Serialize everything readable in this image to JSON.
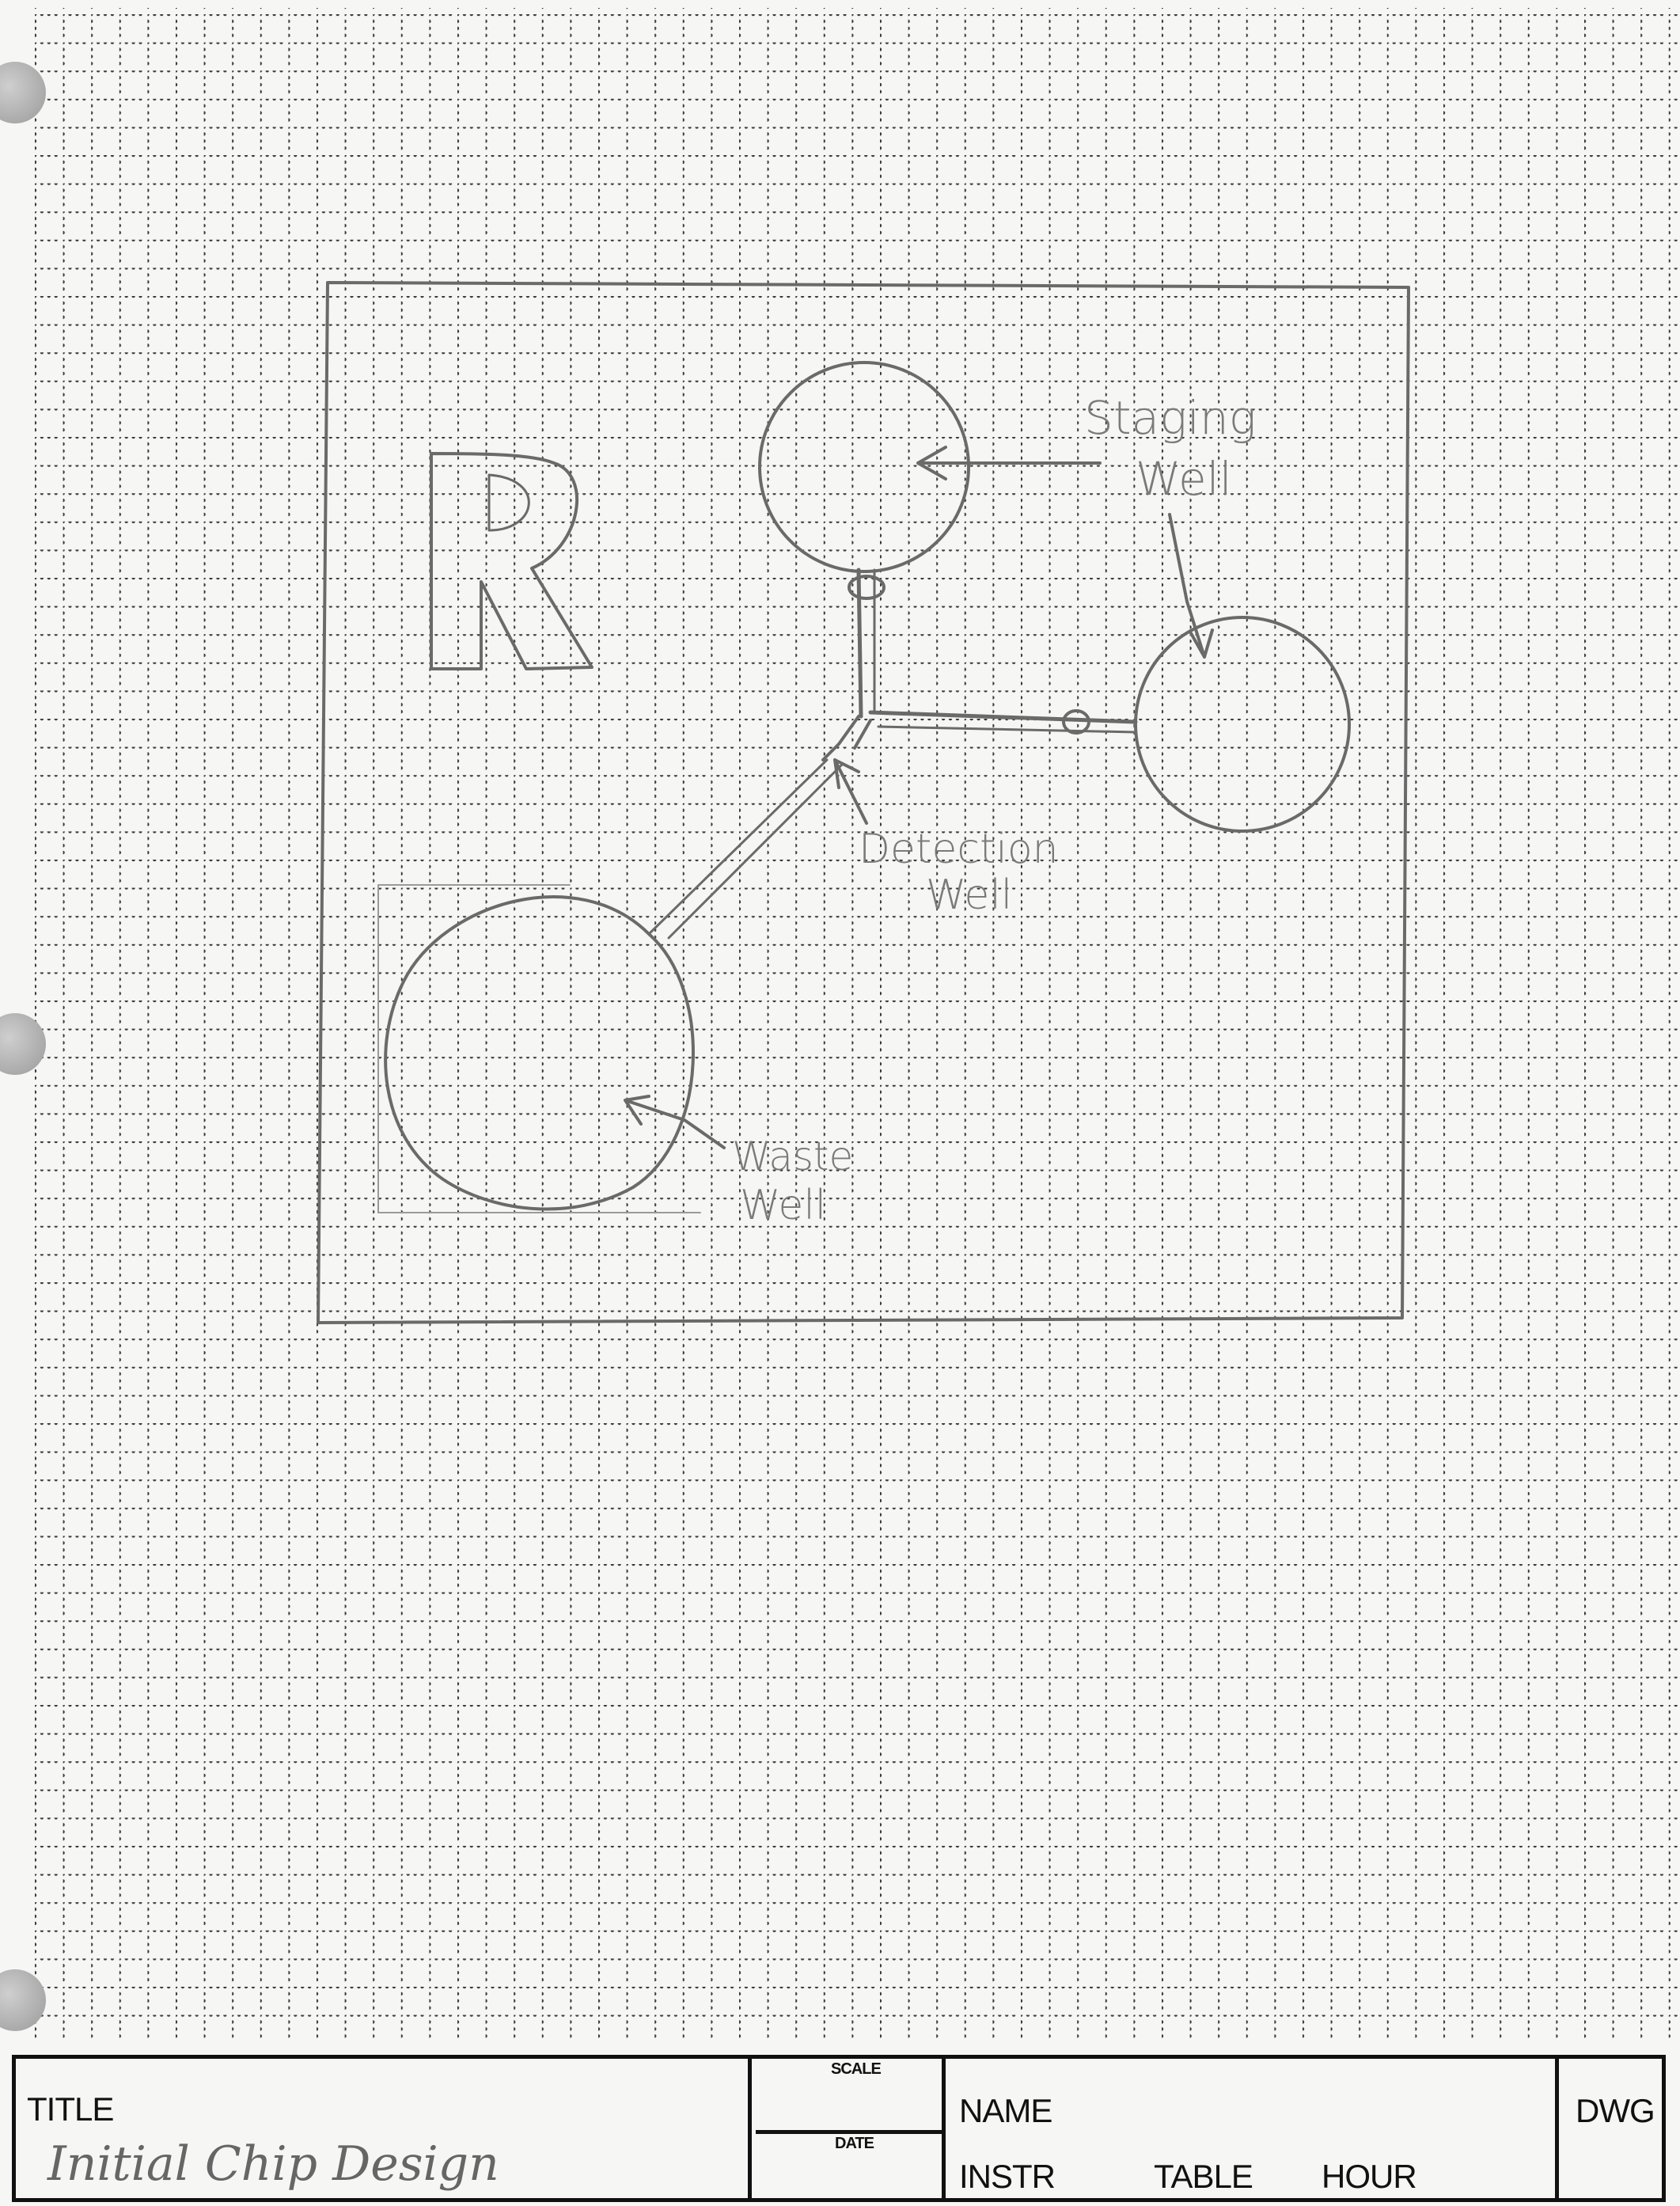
{
  "diagram": {
    "logo_letter": "R",
    "labels": {
      "staging_line1": "Staging",
      "staging_line2": "Well",
      "detection_line1": "Detection",
      "detection_line2": "Well",
      "waste_line1": "Waste",
      "waste_line2": "Well"
    }
  },
  "title_block": {
    "title_label": "TITLE",
    "title_value": "Initial Chip Design",
    "scale_label": "SCALE",
    "date_label": "DATE",
    "name_label": "NAME",
    "instr_label": "INSTR",
    "table_label": "TABLE",
    "hour_label": "HOUR",
    "dwg_label": "DWG"
  }
}
